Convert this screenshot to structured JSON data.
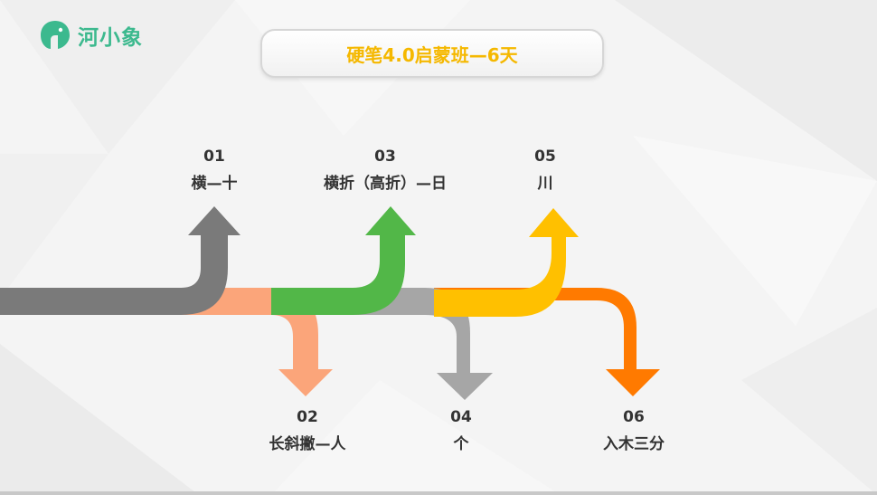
{
  "brand": {
    "name": "河小象",
    "color": "#3cb98e"
  },
  "title": "硬笔4.0启蒙班—6天",
  "steps": [
    {
      "num": "01",
      "label": "横—十",
      "color": "#7a7a7a"
    },
    {
      "num": "02",
      "label": "长斜撇—人",
      "color": "#fba57a"
    },
    {
      "num": "03",
      "label": "横折（高折）—日",
      "color": "#52b748"
    },
    {
      "num": "04",
      "label": "个",
      "color": "#a6a6a6"
    },
    {
      "num": "05",
      "label": "川",
      "color": "#ffc000"
    },
    {
      "num": "06",
      "label": "入木三分",
      "color": "#ff7a00"
    }
  ]
}
